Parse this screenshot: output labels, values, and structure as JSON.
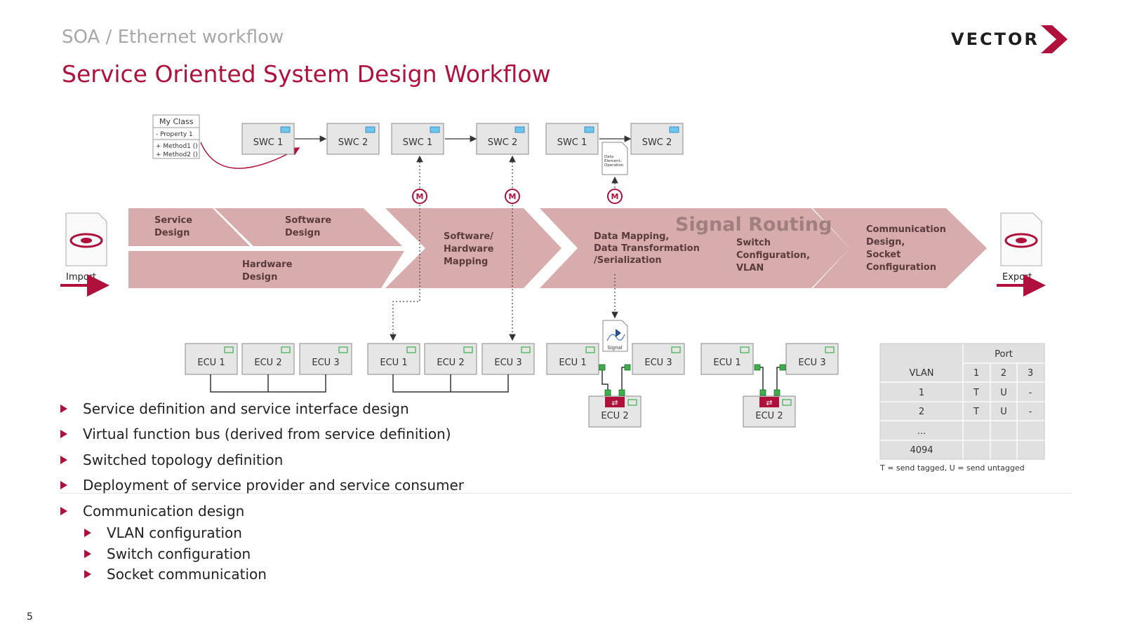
{
  "header": {
    "section": "SOA / Ethernet workflow",
    "title": "Service Oriented System Design Workflow",
    "logo_text": "VECTOR"
  },
  "colors": {
    "accent": "#b0103c",
    "chevron": "#d8acad",
    "box": "#e6e6e6",
    "switch": "#b0103c",
    "port": "#3cb04a"
  },
  "diagram": {
    "class_box": {
      "title": "My Class",
      "property": "- Property 1",
      "method1": "+ Method1 ()",
      "method2": "+ Method2 ()"
    },
    "swcs": [
      "SWC 1",
      "SWC 2",
      "SWC 1",
      "SWC 2",
      "SWC 1",
      "SWC 2"
    ],
    "mapping_badge": "M",
    "data_doc_lines": [
      "Data",
      "Element,",
      "Operation"
    ],
    "signal_label": "Signal",
    "signal_routing": "Signal Routing",
    "import_label": "Import",
    "export_label": "Export",
    "stages": {
      "service_design": [
        "Service",
        "Design"
      ],
      "software_design": [
        "Software",
        "Design"
      ],
      "hardware_design": [
        "Hardware",
        "Design"
      ],
      "sw_hw_mapping": [
        "Software/",
        "Hardware",
        "Mapping"
      ],
      "data_mapping": [
        "Data Mapping,",
        "Data Transformation",
        "/Serialization"
      ],
      "switch_config": [
        "Switch",
        "Configuration,",
        "VLAN"
      ],
      "comm_design": [
        "Communication",
        "Design,",
        "Socket",
        "Configuration"
      ]
    },
    "ecu_groups": [
      [
        "ECU 1",
        "ECU 2",
        "ECU 3"
      ],
      [
        "ECU 1",
        "ECU 2",
        "ECU 3"
      ],
      [
        "ECU 1",
        "ECU 3",
        "ECU 2"
      ],
      [
        "ECU 1",
        "ECU 3",
        "ECU 2"
      ]
    ],
    "vlan_table": {
      "port_header": "Port",
      "columns": [
        "VLAN",
        "1",
        "2",
        "3"
      ],
      "rows": [
        [
          "1",
          "T",
          "U",
          "-"
        ],
        [
          "2",
          "T",
          "U",
          "-"
        ],
        [
          "...",
          "",
          "",
          ""
        ],
        [
          "4094",
          "",
          "",
          ""
        ]
      ],
      "legend": "T = send tagged, U = send untagged"
    }
  },
  "bullets": [
    {
      "text": "Service definition and service interface design",
      "level": 1
    },
    {
      "text": "Virtual function bus (derived from service definition)",
      "level": 1
    },
    {
      "text": "Switched topology definition",
      "level": 1
    },
    {
      "text": "Deployment of service provider and service consumer",
      "level": 1
    },
    {
      "text": "Communication design",
      "level": 1
    },
    {
      "text": "VLAN configuration",
      "level": 2
    },
    {
      "text": "Switch configuration",
      "level": 2
    },
    {
      "text": "Socket communication",
      "level": 2
    }
  ],
  "page_number": "5"
}
